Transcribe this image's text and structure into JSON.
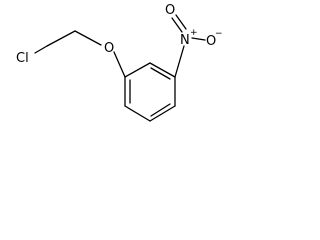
{
  "molecule": {
    "atoms": {
      "chlorine": "Cl",
      "ether_oxygen": "O",
      "nitro_nitrogen": "N",
      "nitro_oxygen_double": "O",
      "nitro_oxygen_single": "O"
    },
    "charges": {
      "nitrogen_positive": "+",
      "oxygen_negative": "−"
    }
  }
}
